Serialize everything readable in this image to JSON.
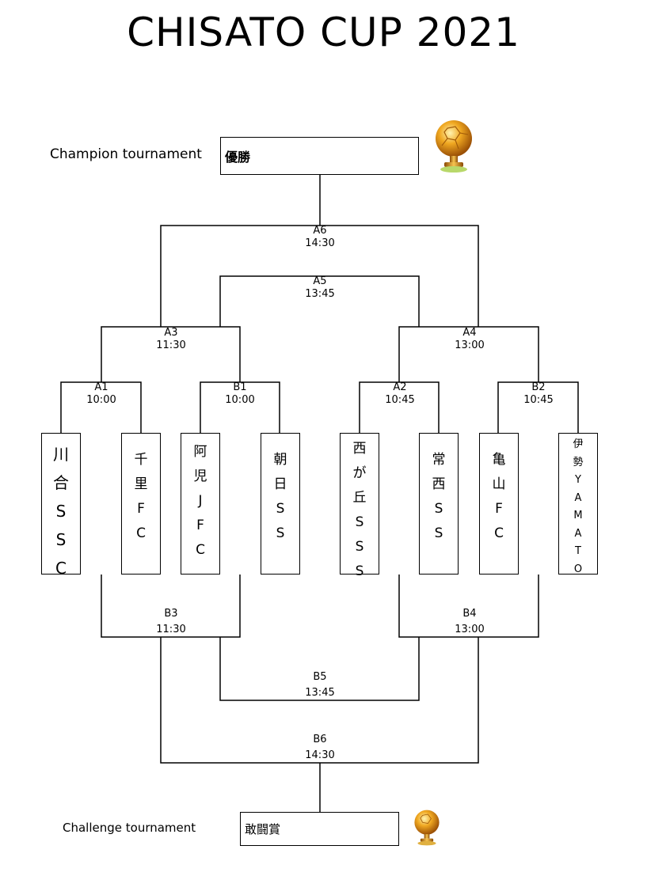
{
  "title": "CHISATO CUP 2021",
  "champion": {
    "label": "Champion tournament",
    "result": "優勝"
  },
  "challenge": {
    "label": "Challenge tournament",
    "result": "敢闘賞"
  },
  "teams": [
    {
      "chars": [
        "川",
        "合",
        "S",
        "S",
        "C"
      ]
    },
    {
      "chars": [
        "千",
        "里",
        "F",
        "C"
      ]
    },
    {
      "chars": [
        "阿",
        "児",
        "J",
        "F",
        "C"
      ]
    },
    {
      "chars": [
        "朝",
        "日",
        "S",
        "S"
      ]
    },
    {
      "chars": [
        "西",
        "が",
        "丘",
        "S",
        "S",
        "S"
      ]
    },
    {
      "chars": [
        "常",
        "西",
        "S",
        "S"
      ]
    },
    {
      "chars": [
        "亀",
        "山",
        "F",
        "C"
      ]
    },
    {
      "chars": [
        "伊",
        "勢",
        "Y",
        "A",
        "M",
        "A",
        "T",
        "O"
      ]
    }
  ],
  "matches": {
    "A1": {
      "id": "A1",
      "time": "10:00"
    },
    "B1": {
      "id": "B1",
      "time": "10:00"
    },
    "A2": {
      "id": "A2",
      "time": "10:45"
    },
    "B2": {
      "id": "B2",
      "time": "10:45"
    },
    "A3": {
      "id": "A3",
      "time": "11:30"
    },
    "A4": {
      "id": "A4",
      "time": "13:00"
    },
    "A5": {
      "id": "A5",
      "time": "13:45"
    },
    "A6": {
      "id": "A6",
      "time": "14:30"
    },
    "B3": {
      "id": "B3",
      "time": "11:30"
    },
    "B4": {
      "id": "B4",
      "time": "13:00"
    },
    "B5": {
      "id": "B5",
      "time": "13:45"
    },
    "B6": {
      "id": "B6",
      "time": "14:30"
    }
  },
  "colors": {
    "line": "#000000",
    "trophy_gold": "#e8a21a"
  },
  "icons": {
    "champion_trophy": "gold-ball-trophy-icon",
    "challenge_trophy": "gold-ball-trophy-icon"
  }
}
